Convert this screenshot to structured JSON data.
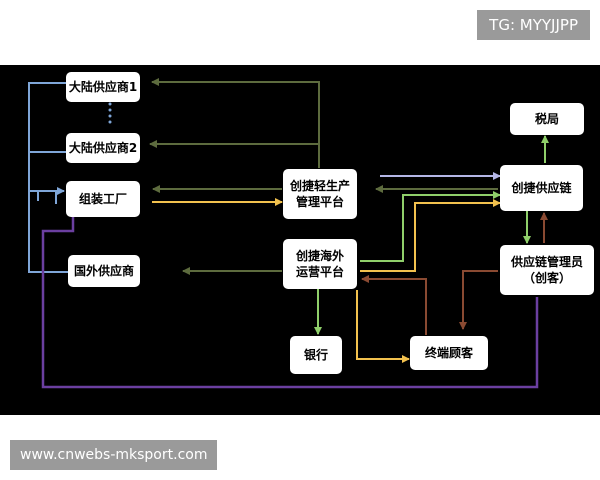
{
  "watermark": {
    "tag": "TG: MYYJJPP",
    "site": "www.cnwebs-mksport.com"
  },
  "nodes": {
    "supplier1": "大陆供应商1",
    "supplier2": "大陆供应商2",
    "assembly_factory": "组装工厂",
    "foreign_supplier": "国外供应商",
    "light_production_platform": "创捷轻生产\n管理平台",
    "overseas_platform": "创捷海外\n运营平台",
    "bank": "银行",
    "end_customer": "终端顾客",
    "tax_bureau": "税局",
    "supply_chain": "创捷供应链",
    "supply_chain_manager": "供应链管理员\n（创客）"
  },
  "colors": {
    "blue": "#7fa6d8",
    "olive": "#5d6b3e",
    "yellow": "#f2c14e",
    "green": "#8fcf6a",
    "brown": "#8a4a32",
    "lavender": "#b4b6e6",
    "purple": "#6b3fa0"
  }
}
